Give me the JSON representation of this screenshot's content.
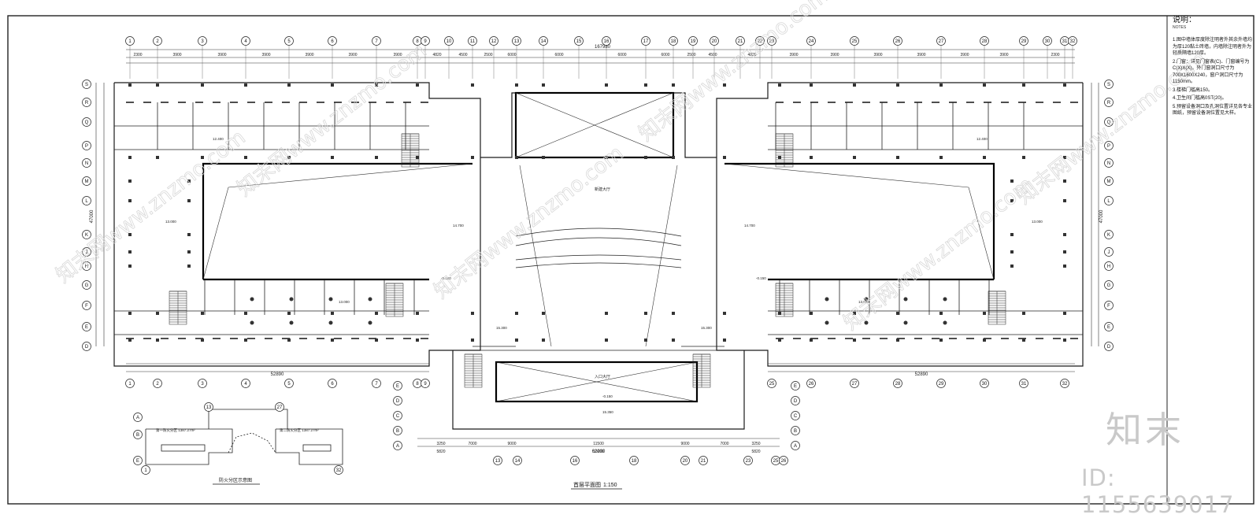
{
  "drawing": {
    "title": "首层平面图",
    "scale": "1:150",
    "fire_zone_title": "防火分区示意图",
    "fire_zone_left_label": "第一防火分区 1387.27m²",
    "fire_zone_right_label": "第二防火分区 1387.27m²"
  },
  "axes": {
    "top_numbers": [
      "1",
      "2",
      "3",
      "4",
      "5",
      "6",
      "7",
      "8",
      "9",
      "10",
      "11",
      "12",
      "13",
      "14",
      "15",
      "16",
      "17",
      "18",
      "19",
      "20",
      "21",
      "22",
      "23",
      "24",
      "25",
      "26",
      "27",
      "28",
      "29",
      "30",
      "31",
      "32"
    ],
    "row_letters": [
      "S",
      "R",
      "Q",
      "P",
      "N",
      "M",
      "L",
      "K",
      "J",
      "H",
      "G",
      "F",
      "E",
      "D"
    ],
    "bottom_center_numbers": [
      "13",
      "14",
      "16",
      "18",
      "20",
      "21",
      "23",
      "25",
      "26"
    ],
    "bottom_left_numbers": [
      "1",
      "2",
      "3",
      "4",
      "5",
      "6",
      "7",
      "8",
      "9"
    ],
    "bottom_right_numbers": [
      "25",
      "26",
      "27",
      "28",
      "29",
      "30",
      "31",
      "32"
    ]
  },
  "dimensions": {
    "overall_top": "167980",
    "top_spans": [
      "2300",
      "3900",
      "3900",
      "3900",
      "3900",
      "3900",
      "3900",
      "4820",
      "4500",
      "2500",
      "6000",
      "6000",
      "6000",
      "6000",
      "2500",
      "4500",
      "4820",
      "3900",
      "3900",
      "3900",
      "3900",
      "3900",
      "3900",
      "2300"
    ],
    "wing_bottom_left_total": "52890",
    "wing_bottom_right_total": "52890",
    "center_bottom_total": "62200",
    "center_bottom_spans": [
      "3250",
      "7000",
      "9000",
      "11500",
      "9000",
      "7000",
      "3250"
    ],
    "center_bottom_span_labels": [
      "5820",
      "10000",
      "5820"
    ],
    "left_height": "47000",
    "right_height": "47000"
  },
  "rooms": {
    "lobby": "新建大厅",
    "hall_center": "入口大厅",
    "elevation_labels": [
      "13.000",
      "12.400",
      "14.700",
      "15.300",
      "15.350",
      "-0.150"
    ]
  },
  "notes": {
    "title": "说明：",
    "subtitle": "NOTES",
    "items": [
      "1.图中墙体厚度除注明者外其余外墙均为厚120黏土砖墙，内墙除注明者外为轻质隔墙120厚。",
      "2.门窗：详见门窗表(C)、门窗编号为C(X)X(X)，外门窗洞口尺寸为700X1600X240，窗户洞口尺寸为1150mm。",
      "3.楼梯门槛高150。",
      "4.卫生间门槛高0ST(20)。",
      "5.预留设备洞口及孔洞位置详见各专业图纸，预留设备洞位置见大样。"
    ]
  },
  "watermark": {
    "brand": "知末",
    "id_text": "ID: 1155639017",
    "diagonal": "知末网www.znzmo.com"
  },
  "colors": {
    "line": "#1a1a1a",
    "grid": "#555555",
    "watermark": "#d8d8d8"
  }
}
